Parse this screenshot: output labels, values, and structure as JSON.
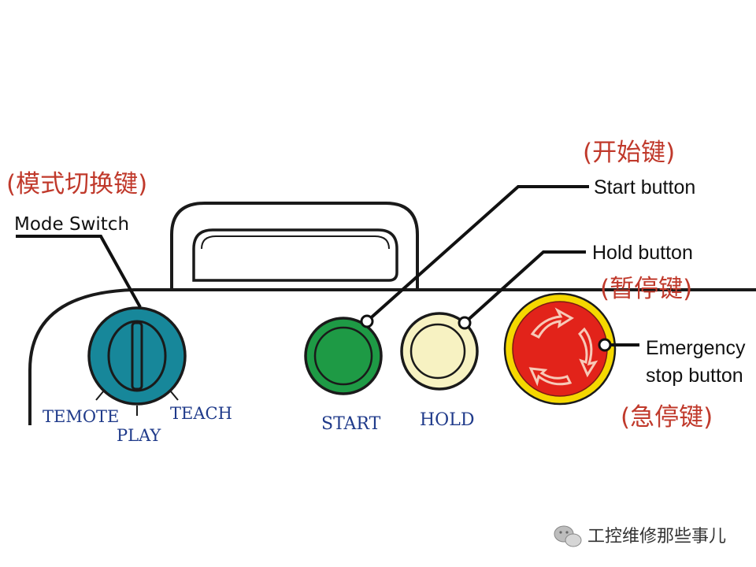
{
  "colors": {
    "outline": "#1a1a1a",
    "mode_switch_fill": "#17879a",
    "start_fill": "#1e9a45",
    "hold_fill": "#f7f2c2",
    "estop_ring": "#f5d800",
    "estop_fill": "#e2231a",
    "red_text": "#c0392b",
    "blue_text": "#1f3a8a"
  },
  "mode_switch": {
    "label_cn": "(模式切换键)",
    "label_en": "Mode Switch",
    "positions": [
      "TEMOTE",
      "PLAY",
      "TEACH"
    ]
  },
  "start_button": {
    "label_cn": "(开始键)",
    "label_en": "Start button",
    "panel_text": "START"
  },
  "hold_button": {
    "label_en": "Hold button",
    "label_cn": "(暂停键)",
    "panel_text": "HOLD"
  },
  "emergency_button": {
    "label_en_line1": "Emergency",
    "label_en_line2": "stop button",
    "label_cn": "(急停键)",
    "icon": "rotate-arrows-icon"
  },
  "watermark": {
    "icon": "wechat-icon",
    "text": "工控维修那些事儿"
  }
}
